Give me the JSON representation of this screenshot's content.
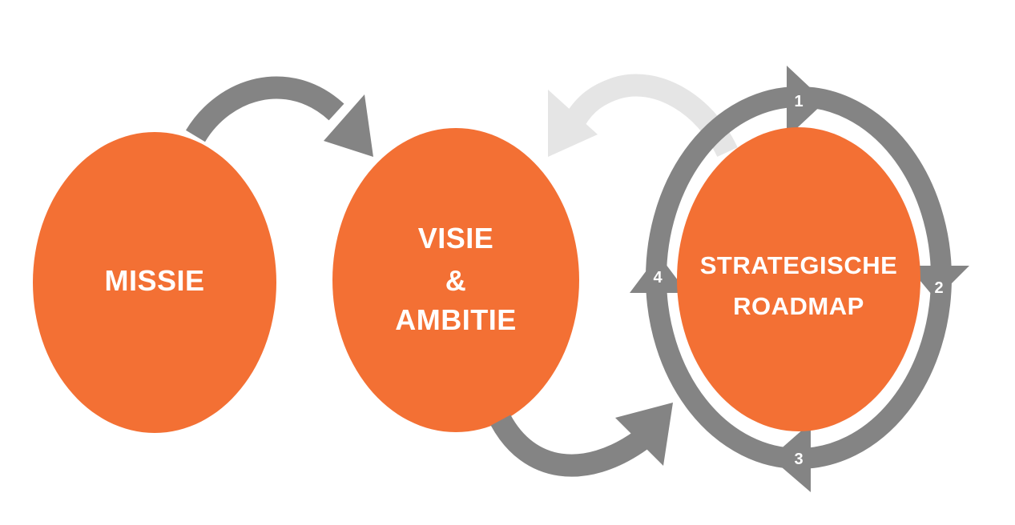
{
  "nodes": {
    "missie": {
      "label": "MISSIE"
    },
    "visie": {
      "line1": "VISIE",
      "line2": "&",
      "line3": "AMBITIE"
    },
    "roadmap": {
      "line1": "STRATEGISCHE",
      "line2": "ROADMAP"
    }
  },
  "cycle_steps": [
    "1",
    "2",
    "3",
    "4"
  ],
  "colors": {
    "node_fill": "#F37034",
    "arrow": "#848484",
    "feedback_arrow": "#E5E5E5",
    "text": "#FFFFFF"
  }
}
